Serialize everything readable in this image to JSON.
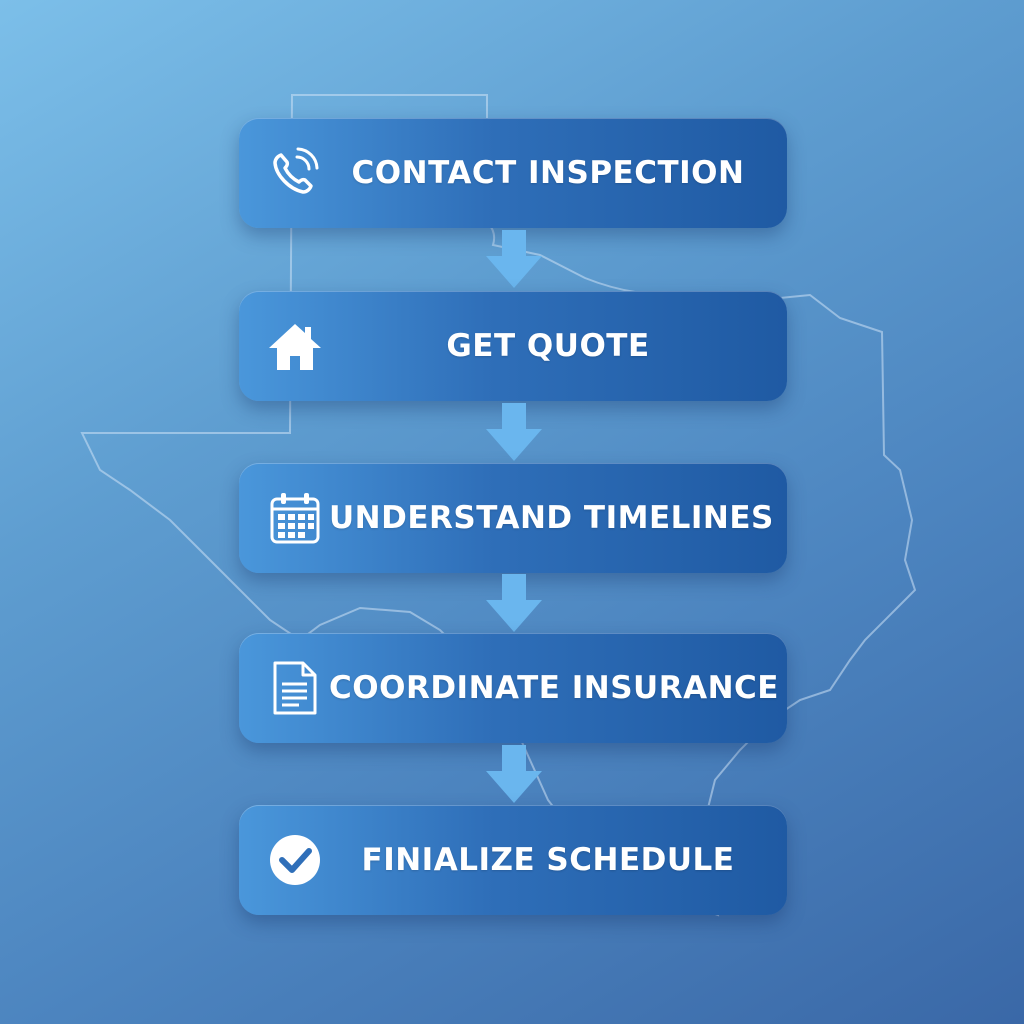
{
  "steps": [
    {
      "label": "CONTACT INSPECTION",
      "icon": "phone-icon"
    },
    {
      "label": "GET QUOTE",
      "icon": "house-icon"
    },
    {
      "label": "UNDERSTAND TIMELINES",
      "icon": "calendar-icon"
    },
    {
      "label": "COORDINATE INSURANCE",
      "icon": "document-icon"
    },
    {
      "label": "FINIALIZE SCHEDULE",
      "icon": "checkmark-icon"
    }
  ],
  "background_map": "texas-outline",
  "colors": {
    "background_light": "#7cbfe9",
    "background_dark": "#3a68a7",
    "step_start": "#4a97db",
    "step_end": "#1f5aa3",
    "arrow": "#6ab6ee",
    "text": "#ffffff"
  }
}
